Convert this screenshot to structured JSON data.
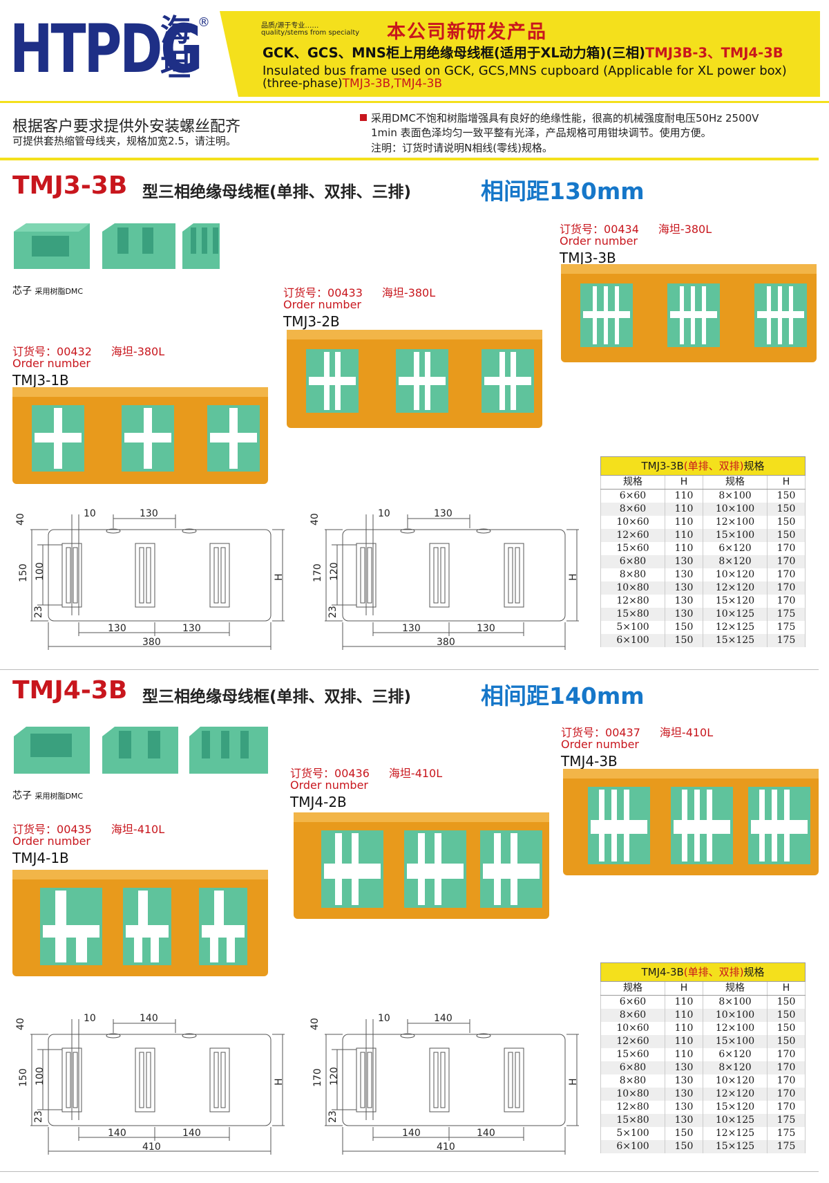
{
  "header": {
    "logo_text": "HTPDG",
    "logo_cn": "海坦",
    "logo_reg": "®",
    "tagline_cn": "品质/源于专业……",
    "tagline_en": "quality/stems from specialty",
    "title": "本公司新研发产品",
    "line2_black": "GCK、GCS、MNS柜上用绝缘母线框(适用于XL动力箱)(三相)",
    "line2_red": "TMJ3B-3、TMJ4-3B",
    "line3": "Insulated bus frame used on GCK, GCS,MNS cupboard (Applicable for XL power box)",
    "line4_black": "(three-phase)",
    "line4_red": "TMJ3-3B,TMJ4-3B"
  },
  "intro": {
    "left_1": "根据客户要求提供外安装螺丝配齐",
    "left_2": "可提供套热缩管母线夹，规格加宽2.5，请注明。",
    "right_1": "采用DMC不饱和树脂增强具有良好的绝缘性能，很高的机械强度耐电压50Hz 2500V",
    "right_2": "1min 表面色泽均匀一致平整有光泽，产品规格可用钳块调节。使用方便。",
    "right_3": "注明：订货时请说明N相线(零线)规格。"
  },
  "sections": [
    {
      "model": "TMJ3-3B",
      "type": "型三相绝缘母线框(单排、双排、三排)",
      "spacing": "相间距130mm",
      "core_caption": "芯子",
      "core_caption_small": "采用树脂DMC",
      "products": [
        {
          "order_label": "订货号：",
          "order_no": "00432",
          "brand": "海坦-380L",
          "order_en": "Order number",
          "model": "TMJ3-1B"
        },
        {
          "order_label": "订货号：",
          "order_no": "00433",
          "brand": "海坦-380L",
          "order_en": "Order number",
          "model": "TMJ3-2B"
        },
        {
          "order_label": "订货号：",
          "order_no": "00434",
          "brand": "海坦-380L",
          "order_en": "Order number",
          "model": "TMJ3-3B"
        }
      ],
      "dims_left": {
        "top_a": "10",
        "top_b": "130",
        "h1": "40",
        "h2": "150",
        "h3": "100",
        "h4": "23",
        "b1": "130",
        "b2": "130",
        "total": "380",
        "hh": "H"
      },
      "dims_right": {
        "top_a": "10",
        "top_b": "130",
        "h1": "40",
        "h2": "170",
        "h3": "120",
        "h4": "23",
        "b1": "130",
        "b2": "130",
        "total": "380",
        "hh": "H"
      },
      "table": {
        "caption_a": "TMJ3-3B",
        "caption_b": "(单排、双排)",
        "caption_c": "规格",
        "headers": [
          "规格",
          "H",
          "规格",
          "H"
        ],
        "rows": [
          [
            "6×60",
            "110",
            "8×100",
            "150"
          ],
          [
            "8×60",
            "110",
            "10×100",
            "150"
          ],
          [
            "10×60",
            "110",
            "12×100",
            "150"
          ],
          [
            "12×60",
            "110",
            "15×100",
            "150"
          ],
          [
            "15×60",
            "110",
            "6×120",
            "170"
          ],
          [
            "6×80",
            "130",
            "8×120",
            "170"
          ],
          [
            "8×80",
            "130",
            "10×120",
            "170"
          ],
          [
            "10×80",
            "130",
            "12×120",
            "170"
          ],
          [
            "12×80",
            "130",
            "15×120",
            "170"
          ],
          [
            "15×80",
            "130",
            "10×125",
            "175"
          ],
          [
            "5×100",
            "150",
            "12×125",
            "175"
          ],
          [
            "6×100",
            "150",
            "15×125",
            "175"
          ]
        ]
      }
    },
    {
      "model": "TMJ4-3B",
      "type": "型三相绝缘母线框(单排、双排、三排)",
      "spacing": "相间距140mm",
      "core_caption": "芯子",
      "core_caption_small": "采用树脂DMC",
      "products": [
        {
          "order_label": "订货号：",
          "order_no": "00435",
          "brand": "海坦-410L",
          "order_en": "Order number",
          "model": "TMJ4-1B"
        },
        {
          "order_label": "订货号：",
          "order_no": "00436",
          "brand": "海坦-410L",
          "order_en": "Order number",
          "model": "TMJ4-2B"
        },
        {
          "order_label": "订货号：",
          "order_no": "00437",
          "brand": "海坦-410L",
          "order_en": "Order number",
          "model": "TMJ4-3B"
        }
      ],
      "dims_left": {
        "top_a": "10",
        "top_b": "140",
        "h1": "40",
        "h2": "150",
        "h3": "100",
        "h4": "23",
        "b1": "140",
        "b2": "140",
        "total": "410",
        "hh": "H"
      },
      "dims_right": {
        "top_a": "10",
        "top_b": "140",
        "h1": "40",
        "h2": "170",
        "h3": "120",
        "h4": "23",
        "b1": "140",
        "b2": "140",
        "total": "410",
        "hh": "H"
      },
      "table": {
        "caption_a": "TMJ4-3B",
        "caption_b": "(单排、双排)",
        "caption_c": "规格",
        "headers": [
          "规格",
          "H",
          "规格",
          "H"
        ],
        "rows": [
          [
            "6×60",
            "110",
            "8×100",
            "150"
          ],
          [
            "8×60",
            "110",
            "10×100",
            "150"
          ],
          [
            "10×60",
            "110",
            "12×100",
            "150"
          ],
          [
            "12×60",
            "110",
            "15×100",
            "150"
          ],
          [
            "15×60",
            "110",
            "6×120",
            "170"
          ],
          [
            "6×80",
            "130",
            "8×120",
            "170"
          ],
          [
            "8×80",
            "130",
            "10×120",
            "170"
          ],
          [
            "10×80",
            "130",
            "12×120",
            "170"
          ],
          [
            "12×80",
            "130",
            "15×120",
            "170"
          ],
          [
            "15×80",
            "130",
            "10×125",
            "175"
          ],
          [
            "5×100",
            "150",
            "12×125",
            "175"
          ],
          [
            "6×100",
            "150",
            "15×125",
            "175"
          ]
        ]
      }
    }
  ],
  "colors": {
    "brand_blue": "#1e2f86",
    "accent_yellow": "#f4e01c",
    "accent_red": "#c8161d",
    "accent_blue": "#1677c9",
    "frame_orange": "#e89a1c",
    "core_green": "#5fc39c"
  }
}
